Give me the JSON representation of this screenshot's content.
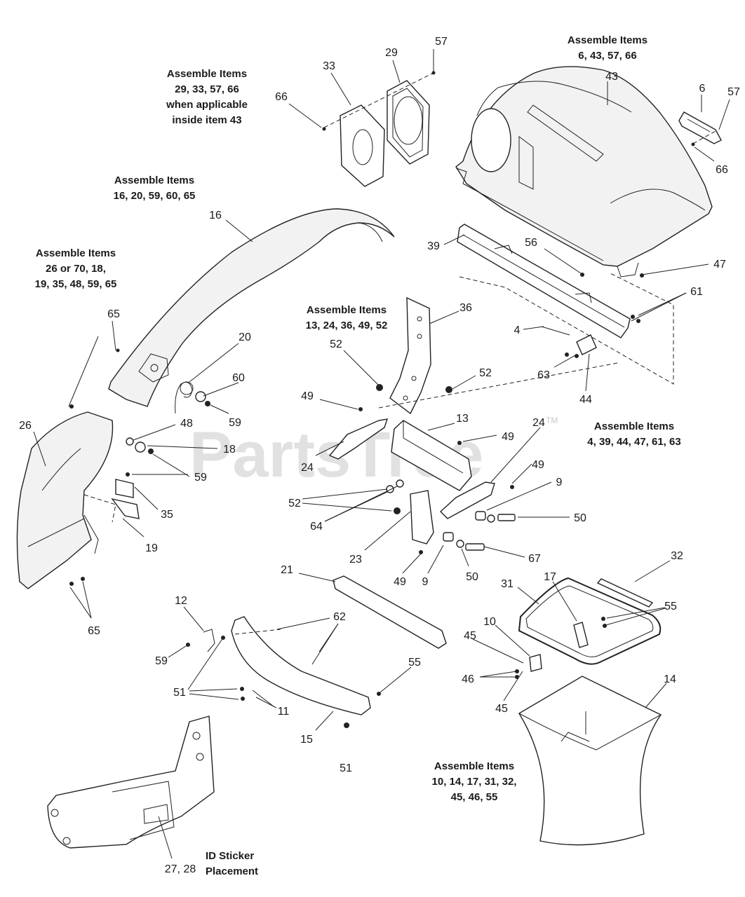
{
  "watermark": {
    "text": "PartsTree",
    "tm": "TM"
  },
  "notes": [
    {
      "id": "n1",
      "lines": [
        "Assemble Items",
        "29, 33, 57, 66",
        "when applicable",
        "inside item 43"
      ]
    },
    {
      "id": "n2",
      "lines": [
        "Assemble Items",
        "6, 43, 57, 66"
      ]
    },
    {
      "id": "n3",
      "lines": [
        "Assemble Items",
        "16, 20, 59, 60, 65"
      ]
    },
    {
      "id": "n4",
      "lines": [
        "Assemble Items",
        "26 or 70, 18,",
        "19, 35, 48, 59, 65"
      ]
    },
    {
      "id": "n5",
      "lines": [
        "Assemble Items",
        "13, 24, 36, 49, 52"
      ]
    },
    {
      "id": "n6",
      "lines": [
        "Assemble Items",
        "4, 39, 44, 47, 61, 63"
      ]
    },
    {
      "id": "n7",
      "lines": [
        "Assemble Items",
        "10, 14, 17, 31, 32,",
        "45, 46, 55"
      ]
    },
    {
      "id": "n8",
      "lines": [
        "ID Sticker",
        "Placement"
      ]
    }
  ],
  "callouts": [
    "57",
    "29",
    "33",
    "66",
    "43",
    "6",
    "57",
    "66",
    "16",
    "39",
    "56",
    "47",
    "61",
    "65",
    "20",
    "60",
    "36",
    "52",
    "52",
    "4",
    "63",
    "44",
    "26",
    "59",
    "49",
    "13",
    "24",
    "48",
    "18",
    "49",
    "24",
    "59",
    "35",
    "49",
    "9",
    "52",
    "64",
    "50",
    "19",
    "23",
    "67",
    "49",
    "9",
    "50",
    "21",
    "32",
    "31",
    "17",
    "55",
    "12",
    "62",
    "10",
    "45",
    "59",
    "46",
    "55",
    "51",
    "11",
    "14",
    "45",
    "15",
    "51",
    "27, 28"
  ]
}
